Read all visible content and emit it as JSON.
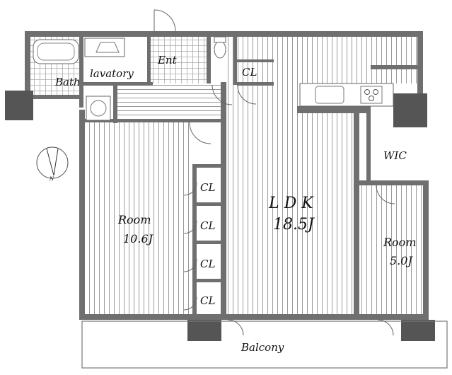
{
  "rooms": {
    "bath": "Bath",
    "lavatory": "lavatory",
    "entrance": "Ent",
    "closet_top": "CL",
    "room_left_name": "Room",
    "room_left_size": "10.6J",
    "ldk_name": "L D K",
    "ldk_size": "18.5J",
    "wic": "WIC",
    "room_right_name": "Room",
    "room_right_size": "5.0J",
    "closets": [
      "CL",
      "CL",
      "CL",
      "CL"
    ],
    "balcony": "Balcony"
  },
  "compass": {
    "north_label": "N"
  },
  "colors": {
    "wall": "#6f6f6f",
    "pillar": "#555555",
    "floor_stripe": "#9a9a9a"
  }
}
